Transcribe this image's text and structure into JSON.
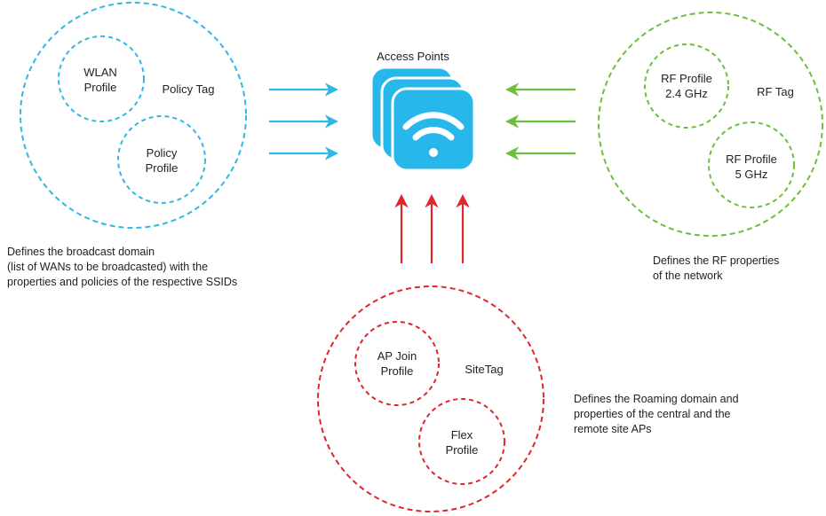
{
  "colors": {
    "policy": "#2fb8e3",
    "rf": "#6cbf3c",
    "site": "#e0262b",
    "ap_fill": "#28b7ea",
    "text": "#222222"
  },
  "access_points": {
    "title": "Access Points",
    "icon": "wifi-icon"
  },
  "policy_group": {
    "tag_label": "Policy Tag",
    "wlan_profile": [
      "WLAN",
      "Profile"
    ],
    "policy_profile": [
      "Policy",
      "Profile"
    ],
    "description": [
      "Defines the broadcast domain",
      "(list of WANs to be broadcasted) with the",
      "properties and policies of the respective SSIDs"
    ]
  },
  "rf_group": {
    "tag_label": "RF Tag",
    "profile_24": [
      "RF Profile",
      "2.4 GHz"
    ],
    "profile_5": [
      "RF Profile",
      "5 GHz"
    ],
    "description": [
      "Defines the RF properties",
      "of the network"
    ]
  },
  "site_group": {
    "tag_label": "SiteTag",
    "ap_join_profile": [
      "AP Join",
      "Profile"
    ],
    "flex_profile": [
      "Flex",
      "Profile"
    ],
    "description": [
      "Defines the Roaming domain and",
      "properties of the central and the",
      "remote site APs"
    ]
  }
}
